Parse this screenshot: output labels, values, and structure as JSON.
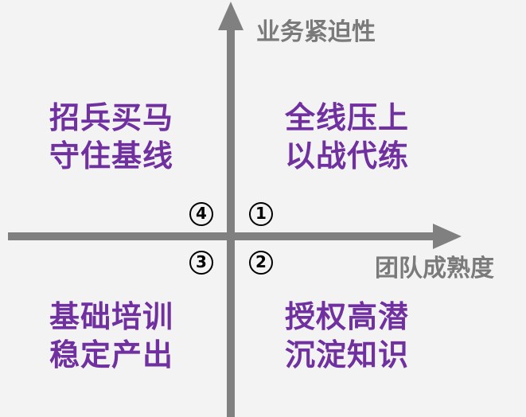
{
  "axes": {
    "y_label": "业务紧迫性",
    "x_label": "团队成熟度"
  },
  "quadrants": {
    "top_left": {
      "number": "4",
      "line1": "招兵买马",
      "line2": "守住基线"
    },
    "top_right": {
      "number": "1",
      "line1": "全线压上",
      "line2": "以战代练"
    },
    "bottom_right": {
      "number": "2",
      "line1": "授权高潜",
      "line2": "沉淀知识"
    },
    "bottom_left": {
      "number": "3",
      "line1": "基础培训",
      "line2": "稳定产出"
    }
  },
  "colors": {
    "background": "#f3f3f3",
    "axis": "#808080",
    "axis_label": "#7a7a7a",
    "quadrant_text": "#7030a0",
    "number_marker": "#000000"
  }
}
